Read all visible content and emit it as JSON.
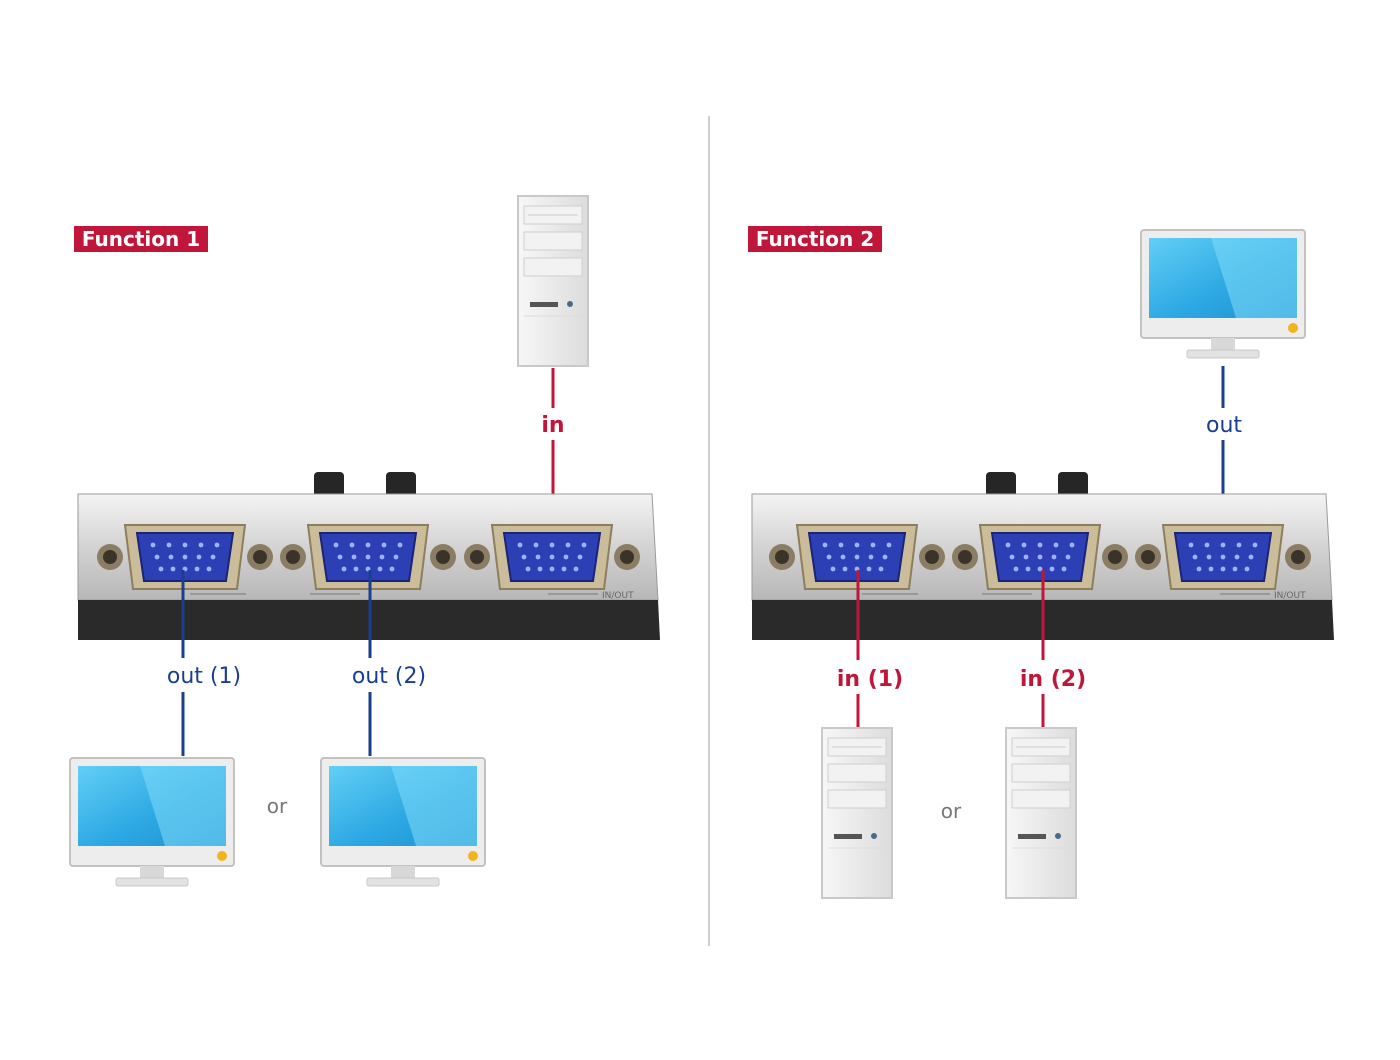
{
  "panels": [
    {
      "title": "Function 1",
      "labels": {
        "top": "in",
        "bottom_left": "out (1)",
        "bottom_right": "out (2)"
      },
      "or": "or",
      "port_mark": "IN/OUT"
    },
    {
      "title": "Function 2",
      "labels": {
        "top": "out",
        "bottom_left": "in (1)",
        "bottom_right": "in (2)"
      },
      "or": "or",
      "port_mark": "IN/OUT"
    }
  ],
  "colors": {
    "badge": "#c0163a",
    "input_cable": "#c0163a",
    "output_cable": "#1a3f8f",
    "vga_port": "#2d3fb5",
    "screen": "#4fc3ef"
  }
}
